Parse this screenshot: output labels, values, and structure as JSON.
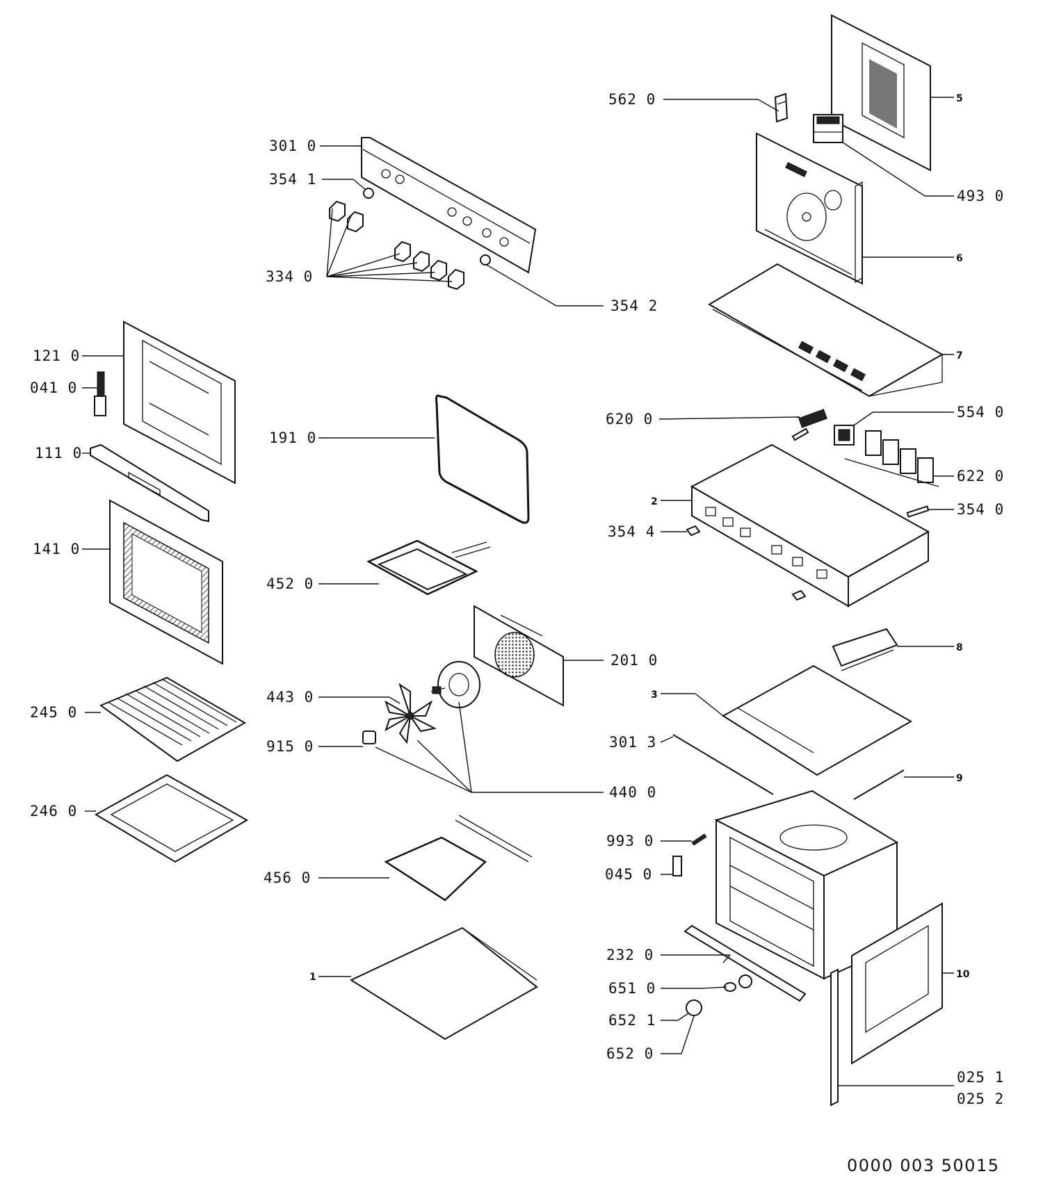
{
  "document_id": "0000 003 50015",
  "callouts": [
    {
      "key": "c5620",
      "text": "562 0"
    },
    {
      "key": "c5",
      "text": "5"
    },
    {
      "key": "c3010",
      "text": "301 0"
    },
    {
      "key": "c3541",
      "text": "354 1"
    },
    {
      "key": "c4930",
      "text": "493 0"
    },
    {
      "key": "c6",
      "text": "6"
    },
    {
      "key": "c3340",
      "text": "334 0"
    },
    {
      "key": "c3542",
      "text": "354 2"
    },
    {
      "key": "c1210",
      "text": "121 0"
    },
    {
      "key": "c7",
      "text": "7"
    },
    {
      "key": "c0410",
      "text": "041 0"
    },
    {
      "key": "c6200",
      "text": "620 0"
    },
    {
      "key": "c5540",
      "text": "554 0"
    },
    {
      "key": "c1910",
      "text": "191 0"
    },
    {
      "key": "c1110",
      "text": "111 0"
    },
    {
      "key": "c6220",
      "text": "622 0"
    },
    {
      "key": "c2",
      "text": "2"
    },
    {
      "key": "c3540",
      "text": "354 0"
    },
    {
      "key": "c3544",
      "text": "354 4"
    },
    {
      "key": "c1410",
      "text": "141 0"
    },
    {
      "key": "c4520",
      "text": "452 0"
    },
    {
      "key": "c2010",
      "text": "201 0"
    },
    {
      "key": "c8",
      "text": "8"
    },
    {
      "key": "c3",
      "text": "3"
    },
    {
      "key": "c4430",
      "text": "443 0"
    },
    {
      "key": "c2450",
      "text": "245 0"
    },
    {
      "key": "c9150",
      "text": "915 0"
    },
    {
      "key": "c3013",
      "text": "301 3"
    },
    {
      "key": "c9",
      "text": "9"
    },
    {
      "key": "c4400",
      "text": "440 0"
    },
    {
      "key": "c2460",
      "text": "246 0"
    },
    {
      "key": "c9930",
      "text": "993 0"
    },
    {
      "key": "c0450",
      "text": "045 0"
    },
    {
      "key": "c4560",
      "text": "456 0"
    },
    {
      "key": "c2320",
      "text": "232 0"
    },
    {
      "key": "c1",
      "text": "1"
    },
    {
      "key": "c10",
      "text": "10"
    },
    {
      "key": "c6510",
      "text": "651 0"
    },
    {
      "key": "c6521",
      "text": "652 1"
    },
    {
      "key": "c6520",
      "text": "652 0"
    },
    {
      "key": "c0251",
      "text": "025 1"
    },
    {
      "key": "c0252",
      "text": "025 2"
    }
  ]
}
